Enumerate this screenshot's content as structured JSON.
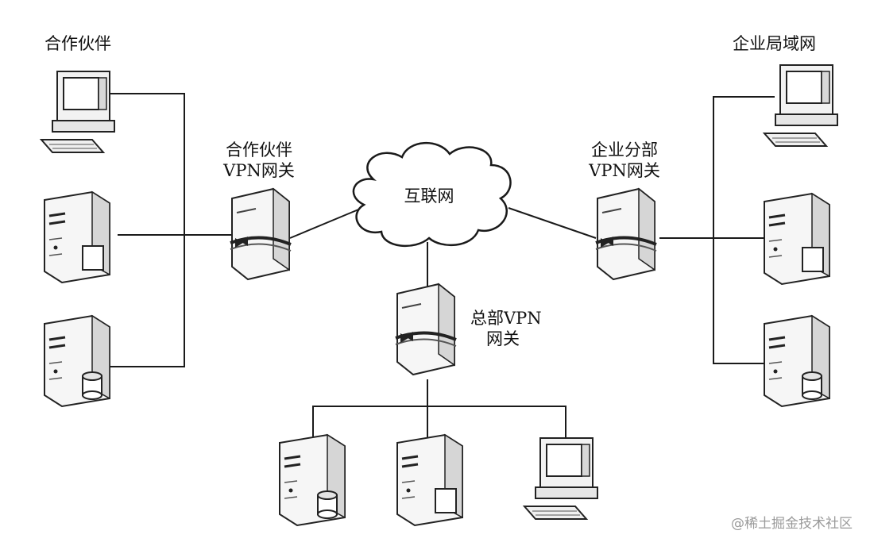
{
  "labels": {
    "partner": "合作伙伴",
    "enterprise_lan": "企业局域网",
    "partner_gateway_line1": "合作伙伴",
    "partner_gateway_line2": "VPN网关",
    "internet": "互联网",
    "branch_gateway_line1": "企业分部",
    "branch_gateway_line2": "VPN网关",
    "hq_gateway_line1": "总部VPN",
    "hq_gateway_line2": "网关"
  },
  "watermark": "@稀土掘金技术社区",
  "colors": {
    "line": "#1a1a1a",
    "device_fill": "#f4f4f4",
    "device_shade": "#d9d9d9",
    "text": "#111111"
  }
}
